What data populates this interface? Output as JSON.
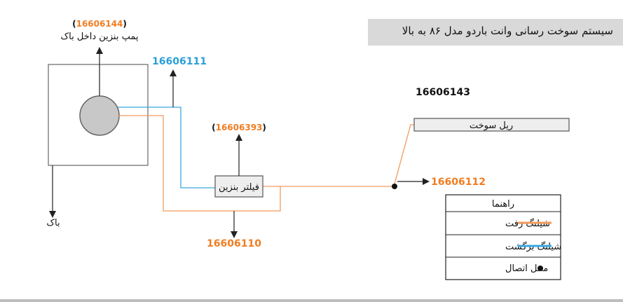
{
  "title": "سیستم سوخت رسانی وانت باردو مدل ۸۶ به بالا",
  "colors": {
    "supply": "#f29a5b",
    "return": "#3aa7de",
    "code_orange": "#f07d22",
    "code_blue": "#2a9fd8",
    "box_fill": "#eeeeee",
    "pump_fill": "#c8c8c8",
    "bottom_rule": "#bdbdbd"
  },
  "pump": {
    "code": "16606144",
    "code_prefix": "(",
    "code_suffix": ")",
    "label": "پمپ بنزین داخل باک"
  },
  "tank": {
    "label": "باک"
  },
  "return_line_code": "16606111",
  "filter": {
    "label": "فیلتر بنزین",
    "code": "16606393",
    "code_prefix": "(",
    "code_suffix": ")"
  },
  "supply_line_code": "16606110",
  "rail": {
    "label": "ریل سوخت",
    "code": "16606143"
  },
  "junction_code": "16606112",
  "legend": {
    "title": "راهنما",
    "items": [
      {
        "label": "شیلنگ رفت",
        "symbol": "line",
        "color_key": "supply"
      },
      {
        "label": "شیلنگ برگشت",
        "symbol": "line",
        "color_key": "return"
      },
      {
        "label": "محل اتصال",
        "symbol": "dot",
        "color_key": "black"
      }
    ]
  }
}
